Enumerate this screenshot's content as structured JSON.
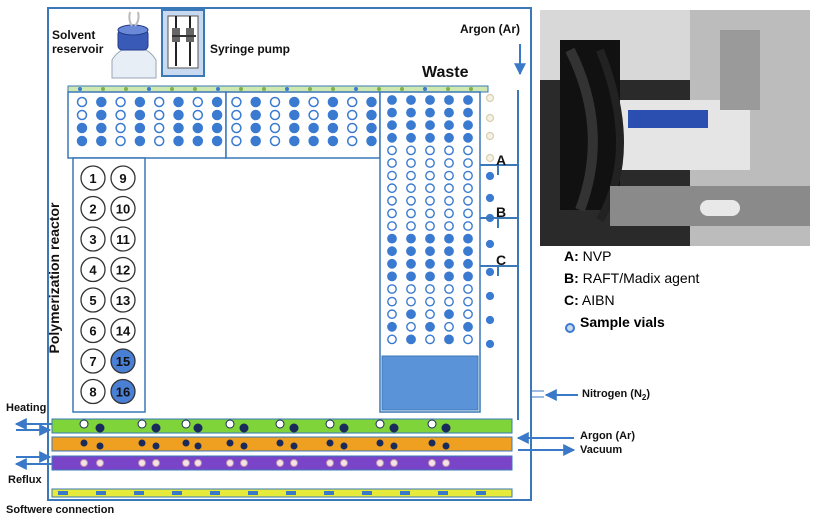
{
  "labels": {
    "solvent_reservoir_line1": "Solvent",
    "solvent_reservoir_line2": "reservoir",
    "syringe_pump": "Syringe pump",
    "argon_top": "Argon (Ar)",
    "waste": "Waste",
    "polymerization_reactor": "Polymerization reactor",
    "heating": "Heating",
    "reflux": "Reflux",
    "software_connection": "Softwere connection",
    "nitrogen": "Nitrogen (N",
    "nitrogen_sub": "2",
    "nitrogen_close": ")",
    "argon_bottom": "Argon (Ar)",
    "vacuum": "Vacuum",
    "line_a": "A",
    "line_b": "B",
    "line_c": "C"
  },
  "reactors": [
    "1",
    "2",
    "3",
    "4",
    "5",
    "6",
    "7",
    "8",
    "9",
    "10",
    "11",
    "12",
    "13",
    "14",
    "15",
    "16"
  ],
  "filled_reactors": [
    "15",
    "16"
  ],
  "legend": [
    {
      "key": "A:",
      "text": "NVP"
    },
    {
      "key": "B:",
      "text": "RAFT/Madix agent"
    },
    {
      "key": "C:",
      "text": "AIBN"
    },
    {
      "key": "",
      "text": "Sample vials"
    }
  ],
  "colors": {
    "frame": "#3a78b8",
    "vial_fill": "#3a7ad0",
    "reactor_fill": "#4a7fd6",
    "green_bar": "#7fd43a",
    "orange_bar": "#f0a020",
    "purple_bar": "#7a44c8",
    "yellow_bar": "#e6ea3a",
    "waste_block": "#5b93d8",
    "arrow": "#3a78c8"
  }
}
